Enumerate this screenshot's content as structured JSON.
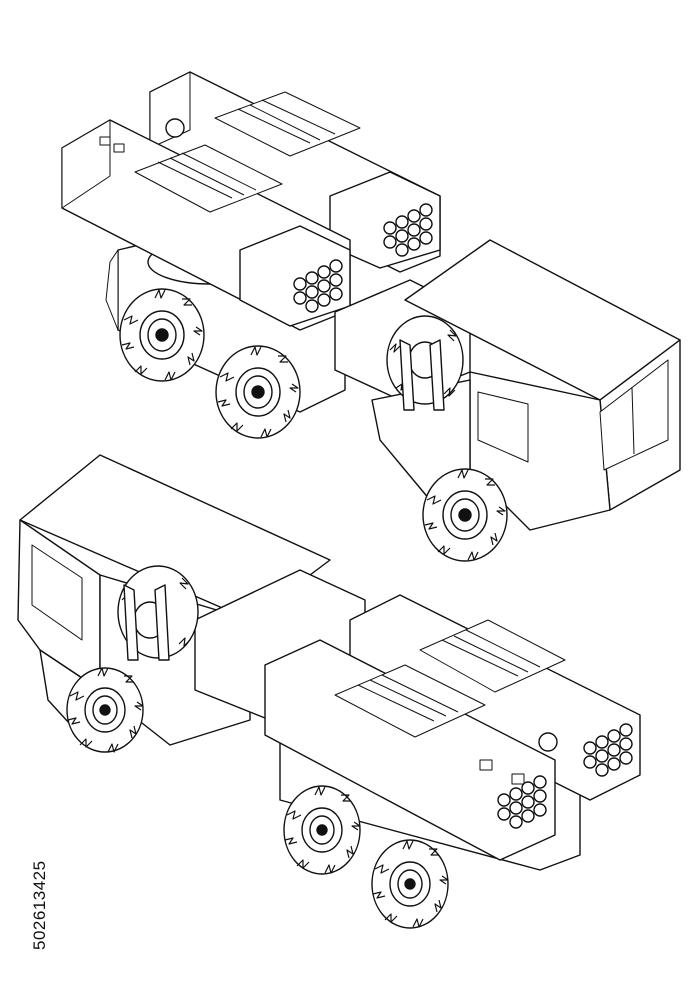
{
  "stock_id": "502613425",
  "colors": {
    "line": "#111111",
    "background": "#ffffff"
  },
  "vehicles": [
    {
      "name": "rocket-launcher-truck-upper"
    },
    {
      "name": "rocket-launcher-truck-lower"
    }
  ]
}
